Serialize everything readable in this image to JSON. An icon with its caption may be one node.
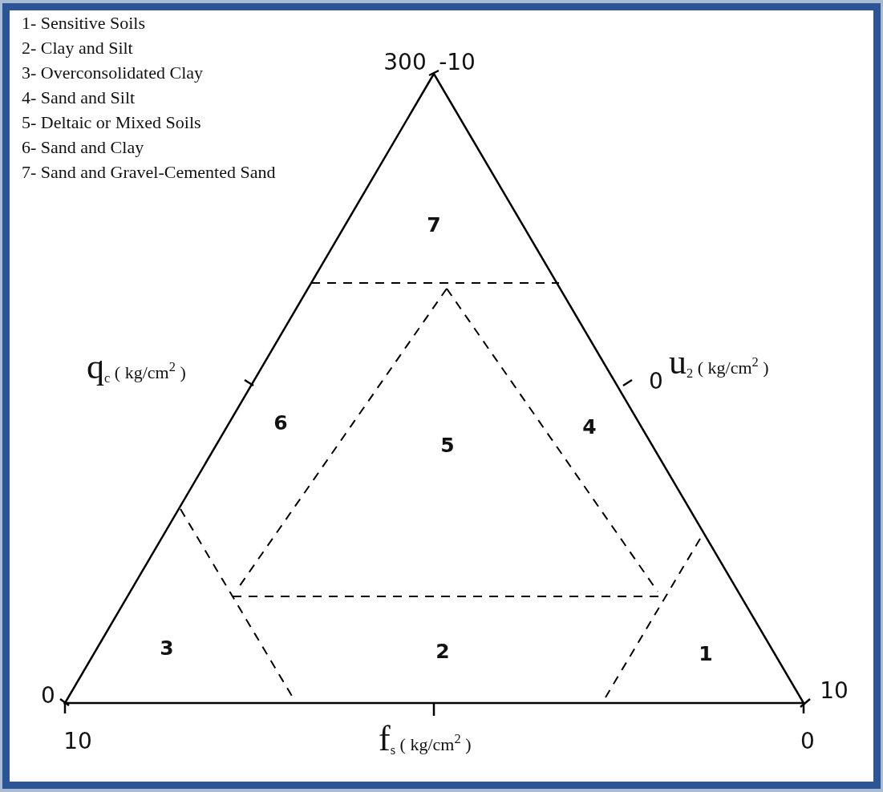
{
  "diagram": {
    "labels": [
      "1- Sensitive Soils",
      "2- Clay and Silt",
      "3- Overconsolidated Clay",
      "4- Sand and Silt",
      "5- Deltaic or Mixed Soils",
      "6- Sand and Clay",
      "7- Sand and Gravel-Cemented Sand",
      "300",
      "-10",
      "7",
      "q$_{c}$ ( kg/cm$^{2}$ )",
      "0",
      "u$_{2}$ ( kg/cm$^{2}$ )",
      "6",
      "4",
      "5",
      "3",
      "2",
      "1",
      "0",
      "10",
      "10",
      "f$_{s}$ ( kg/cm$^{2}$ )",
      "0"
    ]
  }
}
